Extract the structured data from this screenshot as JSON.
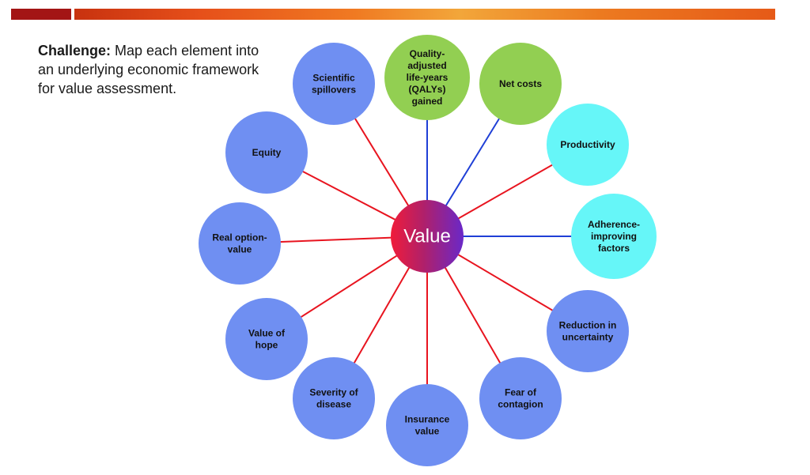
{
  "challenge": {
    "label": "Challenge:",
    "text": "Map each element into an underlying economic framework for value assessment."
  },
  "colors": {
    "spoke_red": "#e8141f",
    "spoke_blue": "#1f3fd6",
    "node_blue": "#6f8ff2",
    "node_green": "#92cf52",
    "node_cyan": "#66f6f8"
  },
  "center": {
    "label": "Value"
  },
  "nodes": [
    {
      "id": "qalys",
      "lines": [
        "Quality-",
        "adjusted",
        "life-years",
        "(QALYs)",
        "gained"
      ],
      "color": "green",
      "spoke": "blue"
    },
    {
      "id": "net-costs",
      "lines": [
        "Net costs"
      ],
      "color": "green",
      "spoke": "blue"
    },
    {
      "id": "productivity",
      "lines": [
        "Productivity"
      ],
      "color": "cyan",
      "spoke": "red"
    },
    {
      "id": "adherence",
      "lines": [
        "Adherence-",
        "improving",
        "factors"
      ],
      "color": "cyan",
      "spoke": "blue"
    },
    {
      "id": "reduction-uncertainty",
      "lines": [
        "Reduction in",
        "uncertainty"
      ],
      "color": "blue",
      "spoke": "red"
    },
    {
      "id": "fear-contagion",
      "lines": [
        "Fear of",
        "contagion"
      ],
      "color": "blue",
      "spoke": "red"
    },
    {
      "id": "insurance-value",
      "lines": [
        "Insurance",
        "value"
      ],
      "color": "blue",
      "spoke": "red"
    },
    {
      "id": "severity-disease",
      "lines": [
        "Severity of",
        "disease"
      ],
      "color": "blue",
      "spoke": "red"
    },
    {
      "id": "value-hope",
      "lines": [
        "Value of",
        "hope"
      ],
      "color": "blue",
      "spoke": "red"
    },
    {
      "id": "real-option",
      "lines": [
        "Real option-",
        "value"
      ],
      "color": "blue",
      "spoke": "red"
    },
    {
      "id": "equity",
      "lines": [
        "Equity"
      ],
      "color": "blue",
      "spoke": "red"
    },
    {
      "id": "scientific-spillovers",
      "lines": [
        "Scientific",
        "spillovers"
      ],
      "color": "blue",
      "spoke": "red"
    }
  ]
}
